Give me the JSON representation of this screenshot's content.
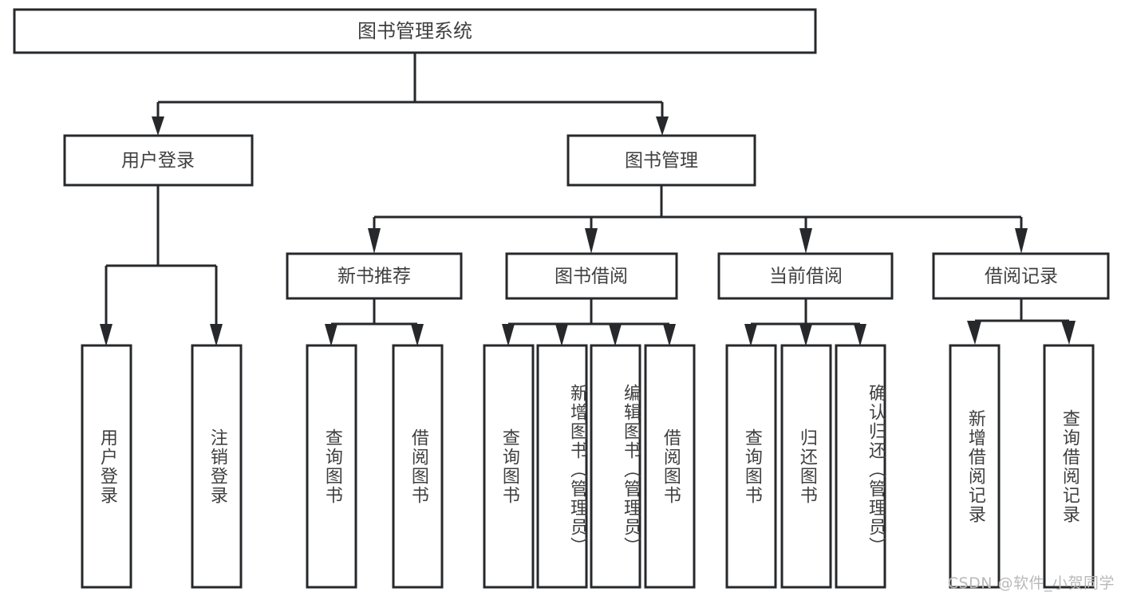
{
  "diagram": {
    "title": "图书管理系统",
    "type": "tree-hierarchy",
    "orientation": "top-down",
    "box_fill": "#ffffff",
    "box_stroke": "#26282b",
    "label_color": "#3f3f3f",
    "nodes": {
      "root": {
        "label": "图书管理系统"
      },
      "level2": [
        {
          "label": "用户登录"
        },
        {
          "label": "图书管理"
        }
      ],
      "level3": [
        {
          "label": "新书推荐"
        },
        {
          "label": "图书借阅"
        },
        {
          "label": "当前借阅"
        },
        {
          "label": "借阅记录"
        }
      ],
      "leaves": {
        "user_login": [
          {
            "label": "用户登录"
          },
          {
            "label": "注销登录"
          }
        ],
        "new_book": [
          {
            "label": "查询图书"
          },
          {
            "label": "借阅图书"
          }
        ],
        "book_borrow": [
          {
            "label": "查询图书"
          },
          {
            "label": "新增图书（管理员）"
          },
          {
            "label": "编辑图书（管理员）"
          },
          {
            "label": "借阅图书"
          }
        ],
        "current_borrow": [
          {
            "label": "查询图书"
          },
          {
            "label": "归还图书"
          },
          {
            "label": "确认归还（管理员）"
          }
        ],
        "borrow_record": [
          {
            "label": "新增借阅记录"
          },
          {
            "label": "查询借阅记录"
          }
        ]
      }
    }
  },
  "watermark": {
    "text": "CSDN @软件_小贺同学"
  }
}
